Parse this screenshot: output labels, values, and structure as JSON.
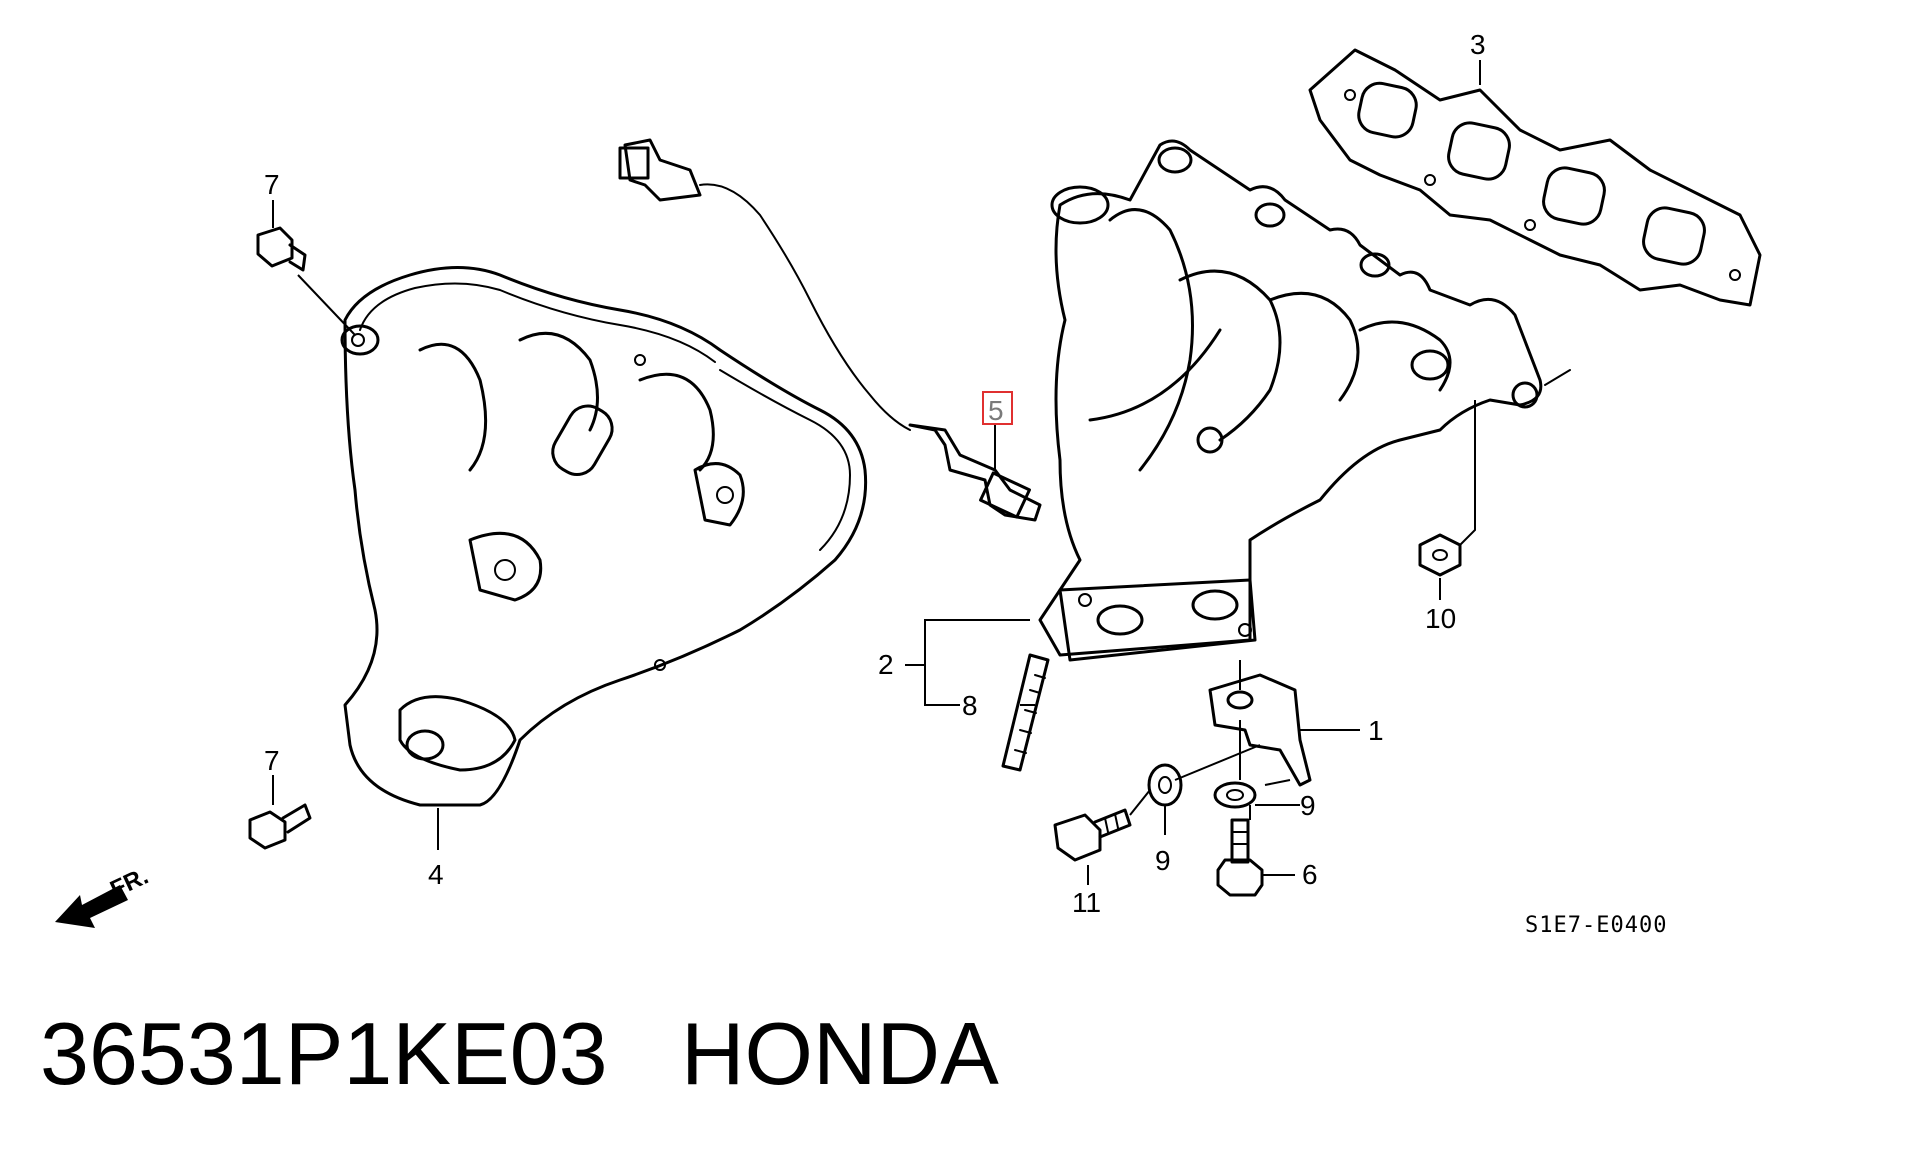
{
  "callouts": {
    "c1": "1",
    "c2": "2",
    "c3": "3",
    "c4": "4",
    "c5": "5",
    "c6": "6",
    "c7a": "7",
    "c7b": "7",
    "c8": "8",
    "c9a": "9",
    "c9b": "9",
    "c10": "10",
    "c11": "11"
  },
  "highlight_color": "#e03030",
  "diagram_ref": "S1E7-E0400",
  "front_marker": "FR.",
  "caption": {
    "part_number": "36531P1KE03",
    "brand": "HONDA"
  }
}
